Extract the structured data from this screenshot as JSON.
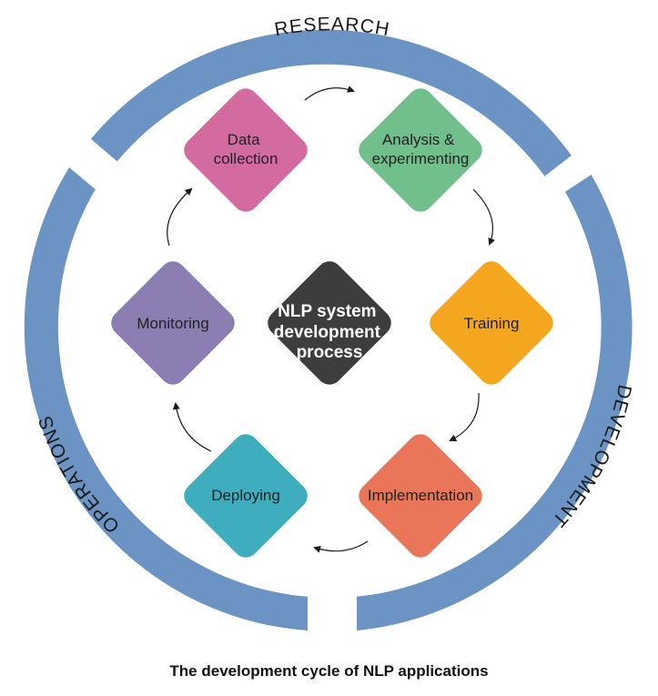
{
  "ring": {
    "color": "#6b94c4",
    "segments": [
      {
        "id": "research",
        "label": "RESEARCH"
      },
      {
        "id": "development",
        "label": "DEVELOPMENT"
      },
      {
        "id": "operations",
        "label": "OPERATIONS"
      }
    ]
  },
  "center": {
    "lines": [
      "NLP system",
      "development",
      "process"
    ],
    "color": "#3d3d3d"
  },
  "steps": [
    {
      "id": "data-collection",
      "lines": [
        "Data",
        "collection"
      ],
      "color": "#d36ba0"
    },
    {
      "id": "analysis-experimenting",
      "lines": [
        "Analysis &",
        "experimenting"
      ],
      "color": "#72bf8e"
    },
    {
      "id": "training",
      "lines": [
        "Training"
      ],
      "color": "#f4a71e"
    },
    {
      "id": "implementation",
      "lines": [
        "Implementation"
      ],
      "color": "#e97658"
    },
    {
      "id": "deploying",
      "lines": [
        "Deploying"
      ],
      "color": "#3eaebf"
    },
    {
      "id": "monitoring",
      "lines": [
        "Monitoring"
      ],
      "color": "#8c7db3"
    }
  ],
  "caption": "The development cycle of NLP applications"
}
